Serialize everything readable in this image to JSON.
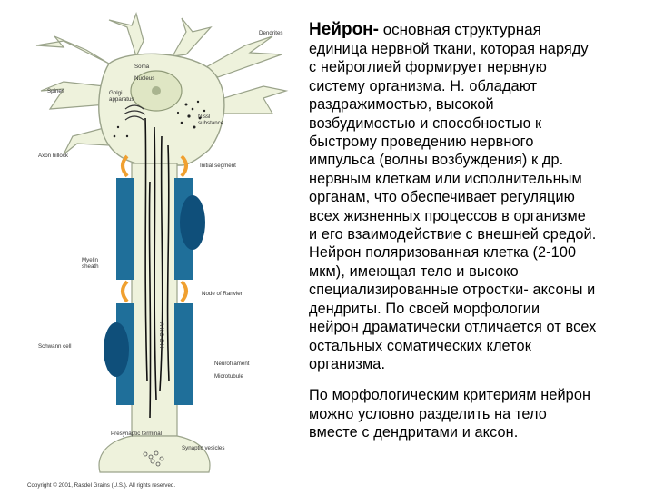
{
  "text": {
    "title": "Нейрон-",
    "title_rest": " основная структурная",
    "paragraph1_lines": [
      "единица нервной ткани, которая наряду",
      "с нейроглией формирует нервную",
      "систему организма. Н. обладают",
      "раздражимостью, высокой",
      "возбудимостью и способностью к",
      "быстрому проведению нервного",
      "импульса (волны возбуждения) к др.",
      "нервным клеткам или исполнительным",
      "органам, что обеспечивает регуляцию",
      "всех жизненных процессов в организме",
      "и его взаимодействие с внешней средой.",
      "Нейрон поляризованная клетка (2-100",
      "мкм), имеющая тело  и высоко",
      "специализированные отростки- аксоны и",
      "дендриты. По своей  морфологии",
      "нейрон драматически отличается от всех",
      "остальных соматических клеток",
      "организма."
    ],
    "paragraph2_lines": [
      "По морфологическим критериям нейрон",
      "можно условно разделить на тело",
      "вместе с дендритами и аксон."
    ]
  },
  "figure": {
    "labels": {
      "dendrites": "Dendrites",
      "soma": "Soma",
      "nucleus": "Nucleus",
      "spines": "Spines",
      "golgi": "Golgi",
      "apparatus": "apparatus",
      "nissl": "Nissl",
      "substance": "substance",
      "axon_hillock": "Axon hillock",
      "initial_segment": "Initial segment",
      "myelin": "Myelin",
      "sheath": "sheath",
      "node_of_ranvier": "Node of Ranvier",
      "schwann_cell": "Schwann cell",
      "axon_vertical": "А К С О Н",
      "neurofilament": "Neurofilament",
      "microtubule": "Microtubule",
      "presynaptic_terminal": "Presynaptic terminal",
      "synaptic_vesicles": "Synaptic vesicles",
      "copyright": "Copyright © 2001, Rasdel Grains (U.S.). All rights reserved."
    },
    "colors": {
      "membrane": "#9aa38a",
      "cytoplasm": "#eef2dc",
      "myelin_blue": "#1f6f9a",
      "schwann_dark": "#0f4f7a",
      "node_orange": "#f0a030",
      "filament": "#111111"
    }
  }
}
